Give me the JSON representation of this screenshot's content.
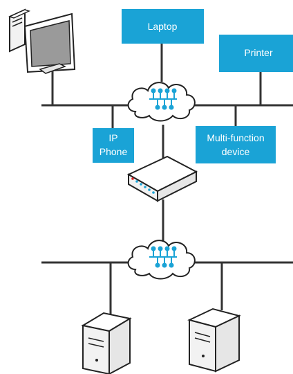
{
  "nodes": {
    "laptop": {
      "label": "Laptop"
    },
    "printer": {
      "label": "Printer"
    },
    "ip_phone": {
      "lines": [
        "IP",
        "Phone"
      ]
    },
    "multifunction": {
      "lines": [
        "Multi-function",
        "device"
      ]
    }
  },
  "colors": {
    "accent_box": "#1aa3d6",
    "hub_dot": "#1aa3d6",
    "line": "#333333",
    "device_outline": "#222222",
    "device_fill": "#f2f2f2",
    "screen_fill": "#9a9a9a"
  }
}
